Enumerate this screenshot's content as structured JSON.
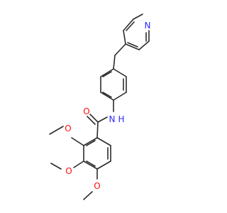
{
  "molecule": {
    "atom_labels": {
      "pyridine_n": "N",
      "amide_n": "N",
      "amide_h": "H",
      "carbonyl_o": "O",
      "methoxy_o_1": "O",
      "methoxy_o_2": "O",
      "methoxy_o_3": "O"
    },
    "colors": {
      "bond": "#2b2b2b",
      "oxygen": "#ff0d0d",
      "nitrogen": "#2a2aff",
      "background": "#ffffff"
    }
  }
}
